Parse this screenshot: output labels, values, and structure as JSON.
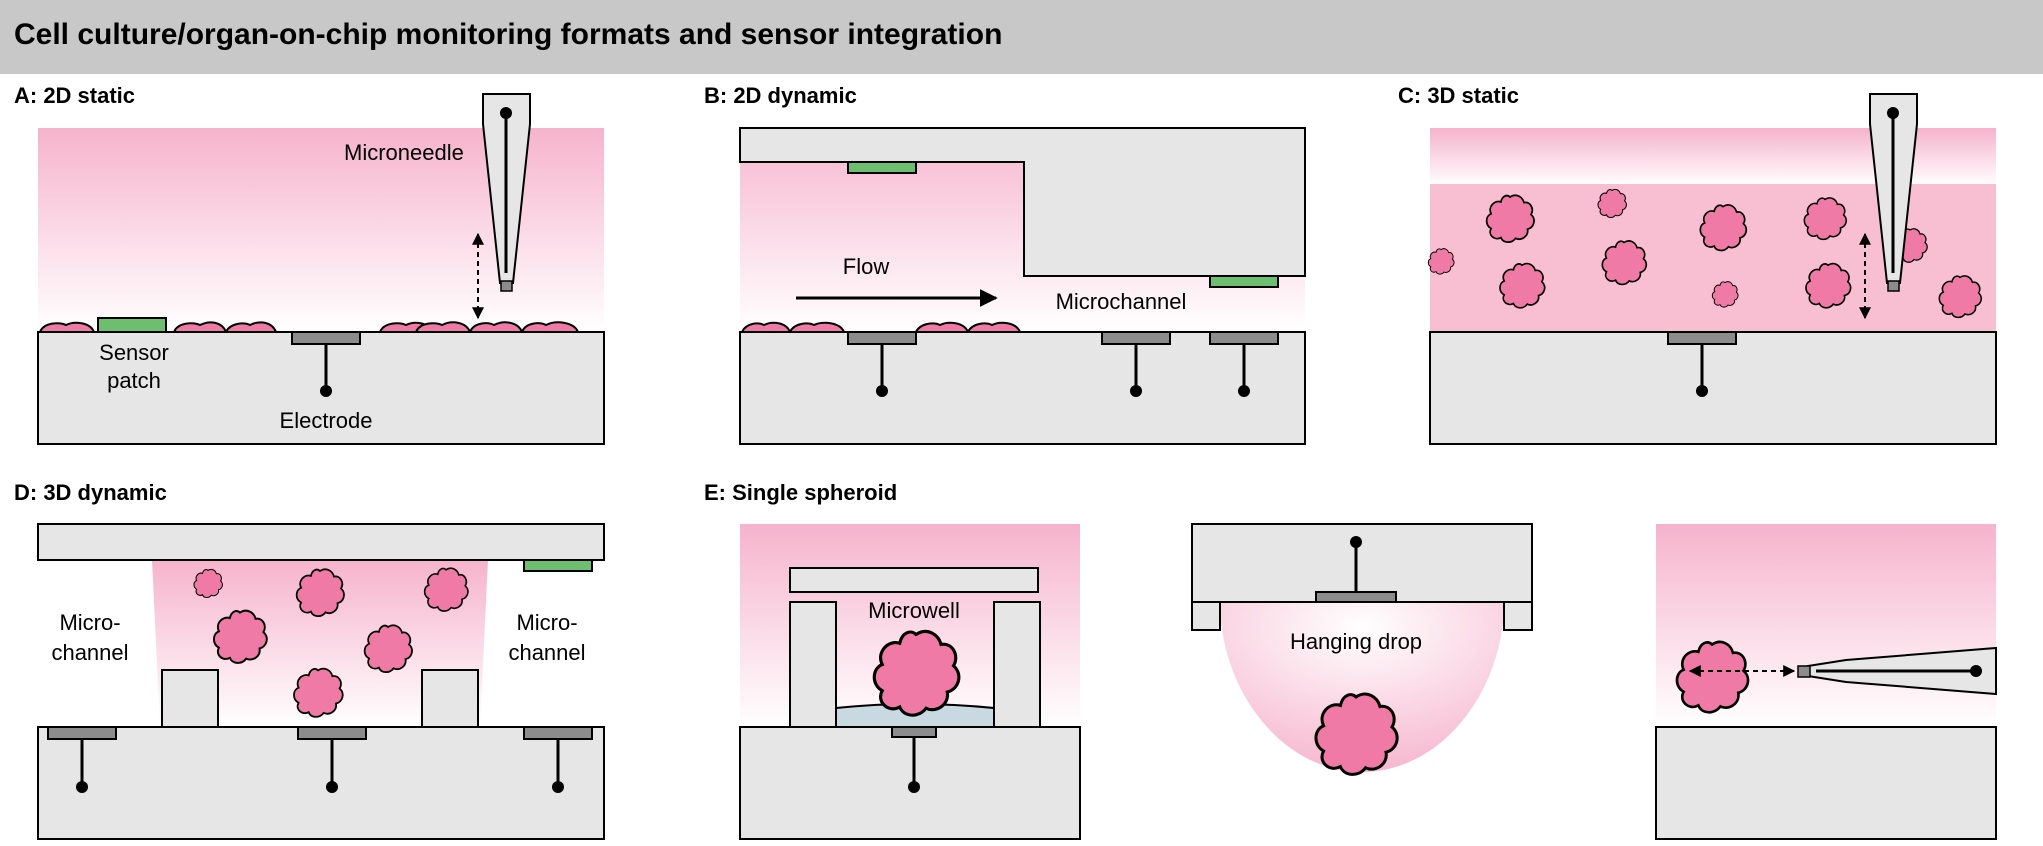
{
  "title": "Cell culture/organ-on-chip monitoring formats and sensor integration",
  "panels": {
    "a": {
      "title": "A: 2D static",
      "microneedle": "Microneedle",
      "sensor_patch_1": "Sensor",
      "sensor_patch_2": "patch",
      "electrode": "Electrode"
    },
    "b": {
      "title": "B: 2D dynamic",
      "flow": "Flow",
      "microchannel": "Microchannel"
    },
    "c": {
      "title": "C: 3D static"
    },
    "d": {
      "title": "D: 3D dynamic",
      "left_channel_1": "Micro-",
      "left_channel_2": "channel",
      "right_channel_1": "Micro-",
      "right_channel_2": "channel"
    },
    "e": {
      "title": "E: Single spheroid",
      "microwell": "Microwell",
      "hanging_drop": "Hanging drop"
    }
  },
  "colors": {
    "medium_pink": "#f6b3cc",
    "cell_pink": "#f07aa6",
    "sensor_green": "#6dbf6f",
    "electrode_gray": "#8c8c8c",
    "chip_gray": "#e6e6e6",
    "header_gray": "#c8c8c8",
    "gel_blue": "#c9d9e2"
  }
}
